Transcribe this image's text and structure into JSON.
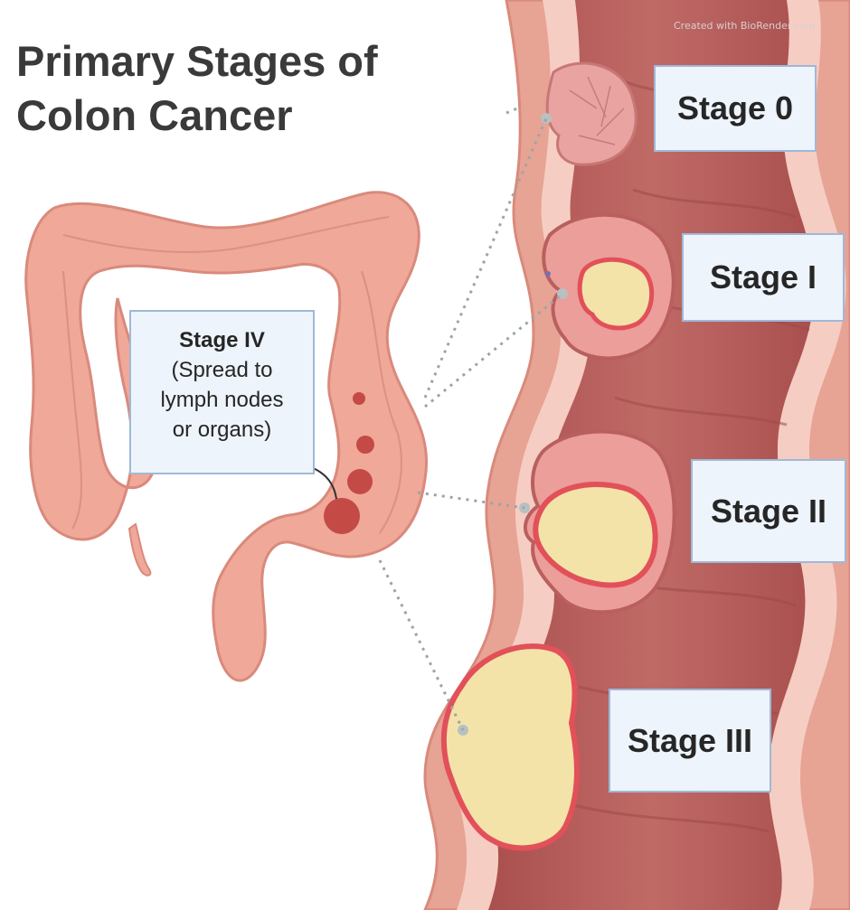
{
  "title": {
    "line1": "Primary Stages of",
    "line2": "Colon Cancer"
  },
  "watermark": "Created with BioRender.com",
  "stages": {
    "stage0": "Stage 0",
    "stage1": "Stage I",
    "stage2": "Stage II",
    "stage3": "Stage III",
    "stage4": {
      "title": "Stage IV",
      "line1": "(Spread to",
      "line2": "lymph nodes",
      "line3": "or organs)"
    }
  },
  "colors": {
    "colon": "#f0a898",
    "colon_outline": "#d98a7c",
    "wall": "#e9a99c",
    "lumen": "#b5615e",
    "tumor": "#f3e3a8",
    "tumor_rim": "#e2505a",
    "polyp": "#e49c97",
    "label_bg": "#eef4fb",
    "label_border": "#9fb8d8",
    "lymph": "#c44a46"
  }
}
